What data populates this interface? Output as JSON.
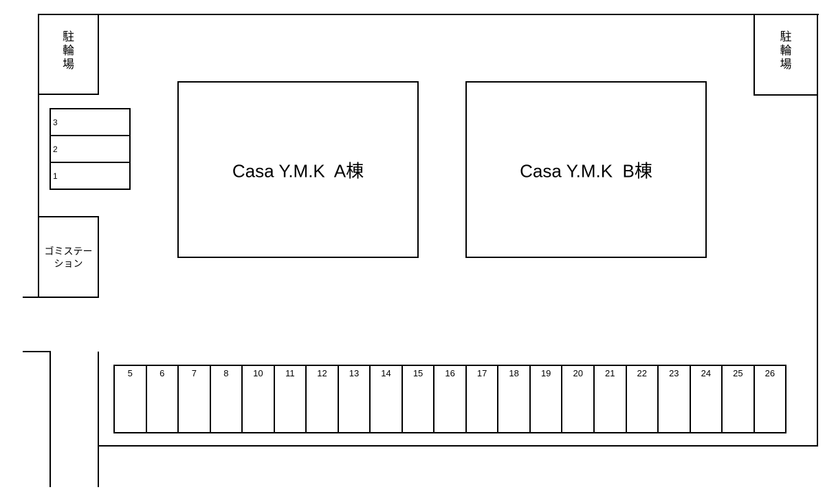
{
  "bicycle_parking_left": {
    "label_chars": [
      "駐",
      "輪",
      "場"
    ]
  },
  "bicycle_parking_right": {
    "label_chars": [
      "駐",
      "輪",
      "場"
    ]
  },
  "small_slots": [
    {
      "number": "3"
    },
    {
      "number": "2"
    },
    {
      "number": "1"
    }
  ],
  "garbage_station": {
    "line1": "ゴミステー",
    "line2": "ション"
  },
  "building_a": {
    "label": "Casa Y.M.K  A棟"
  },
  "building_b": {
    "label": "Casa Y.M.K  B棟"
  },
  "parking_slots": [
    {
      "number": "5"
    },
    {
      "number": "6"
    },
    {
      "number": "7"
    },
    {
      "number": "8"
    },
    {
      "number": "10"
    },
    {
      "number": "11"
    },
    {
      "number": "12"
    },
    {
      "number": "13"
    },
    {
      "number": "14"
    },
    {
      "number": "15"
    },
    {
      "number": "16"
    },
    {
      "number": "17"
    },
    {
      "number": "18"
    },
    {
      "number": "19"
    },
    {
      "number": "20"
    },
    {
      "number": "21"
    },
    {
      "number": "22"
    },
    {
      "number": "23"
    },
    {
      "number": "24"
    },
    {
      "number": "25"
    },
    {
      "number": "26"
    }
  ]
}
